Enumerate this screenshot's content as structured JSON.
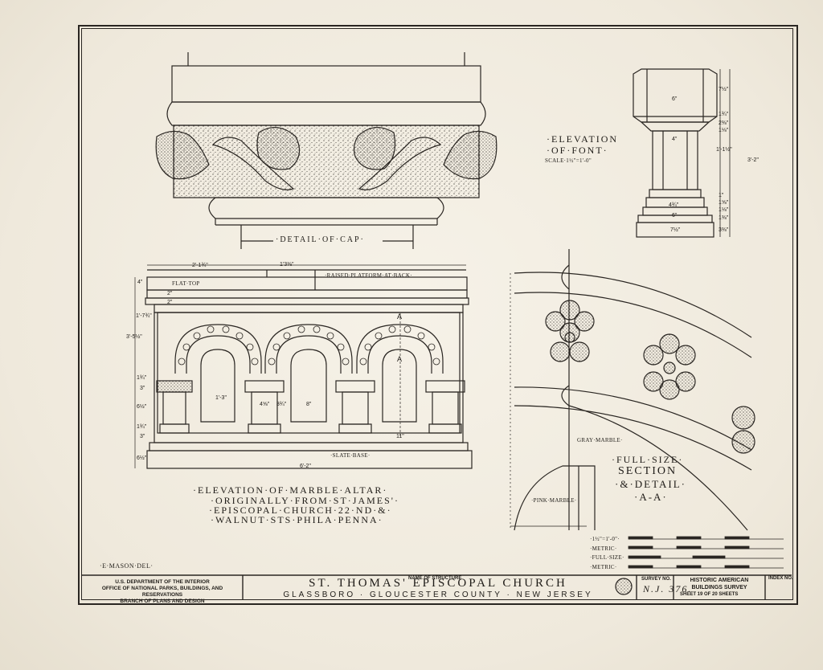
{
  "drawings": {
    "cap": {
      "caption": "·DETAIL·OF·CAP·"
    },
    "font": {
      "caption_line1": "·ELEVATION",
      "caption_line2": "·OF·FONT·",
      "scale": "SCALE·1½\"=1'-0\"",
      "dims": {
        "top_width": "6\"",
        "shaft_width": "4\"",
        "base_width1": "4¾\"",
        "base_width2": "6\"",
        "base_width3": "7½\"",
        "right1": "7½\"",
        "right2": "1¾\"",
        "right3": "2⅜\"",
        "right4": "1⅛\"",
        "right5": "1'-1½\"",
        "right6": "1\"",
        "right7": "1⅝\"",
        "right8": "1⅛\"",
        "right9": "1⅜\"",
        "right10": "3⅜\"",
        "overall": "3'-2\""
      }
    },
    "altar": {
      "caption_line1": "·ELEVATION·OF·MARBLE·ALTAR·",
      "caption_line2": "·ORIGINALLY·FROM·ST·JAMES'·",
      "caption_line3": "·EPISCOPAL·CHURCH·22·ND·&·",
      "caption_line4": "·WALNUT·STS·PHILA·PENNA·",
      "flat_top": "FLAT·TOP",
      "raised_platform": "·RAISED·PLATFORM·AT·BACK·",
      "slate_base": "·SLATE·BASE·",
      "dims": {
        "top_left": "2'-1¾\"",
        "top_right": "1'3⅜\"",
        "left1": "4\"",
        "left2": "1'-7¾\"",
        "left3": "3'-5½\"",
        "left4": "1¾\"",
        "left5": "3\"",
        "left6": "6½\"",
        "left7": "1¾\"",
        "left8": "3\"",
        "left9": "6½\"",
        "inner1": "2\"",
        "inner2": "2\"",
        "arch": "1'-3\"",
        "col1": "4⅝\"",
        "col2": "3¾\"",
        "opening": "8\"",
        "bay": "11\"",
        "overall": "6'-2\"",
        "section_mark_top": "A",
        "section_mark_bottom": "A"
      }
    },
    "detail": {
      "caption_line1": "·FULL·SIZE·",
      "caption_line2": "SECTION",
      "caption_line3": "·&·DETAIL·",
      "caption_line4": "·A-A·",
      "gray_marble": "GRAY·MARBLE·",
      "pink_marble": "·PINK·MARBLE·"
    },
    "scales": {
      "s1": "·1½\"=1'-0\"·",
      "s2": "·METRIC·",
      "s3": "·FULL·SIZE·",
      "s4": "·METRIC·"
    },
    "delineator": "·E·MASON·DEL·"
  },
  "title_block": {
    "agency_line1": "U.S. DEPARTMENT OF THE INTERIOR",
    "agency_line2": "OFFICE OF NATIONAL PARKS, BUILDINGS, AND RESERVATIONS",
    "agency_line3": "BRANCH OF PLANS AND DESIGN",
    "name_caption": "NAME OF STRUCTURE",
    "structure_name": "ST. THOMAS'   EPISCOPAL   CHURCH",
    "location": "GLASSBORO  ·  GLOUCESTER COUNTY  ·  NEW JERSEY",
    "survey_label": "SURVEY NO.",
    "survey_no": "N.J. 376.",
    "habs_line1": "HISTORIC AMERICAN",
    "habs_line2": "BUILDINGS SURVEY",
    "sheet_text": "SHEET 19 OF 20 SHEETS",
    "index_label": "INDEX NO."
  },
  "colors": {
    "paper": "#f1ece0",
    "ink": "#1f1c18"
  }
}
